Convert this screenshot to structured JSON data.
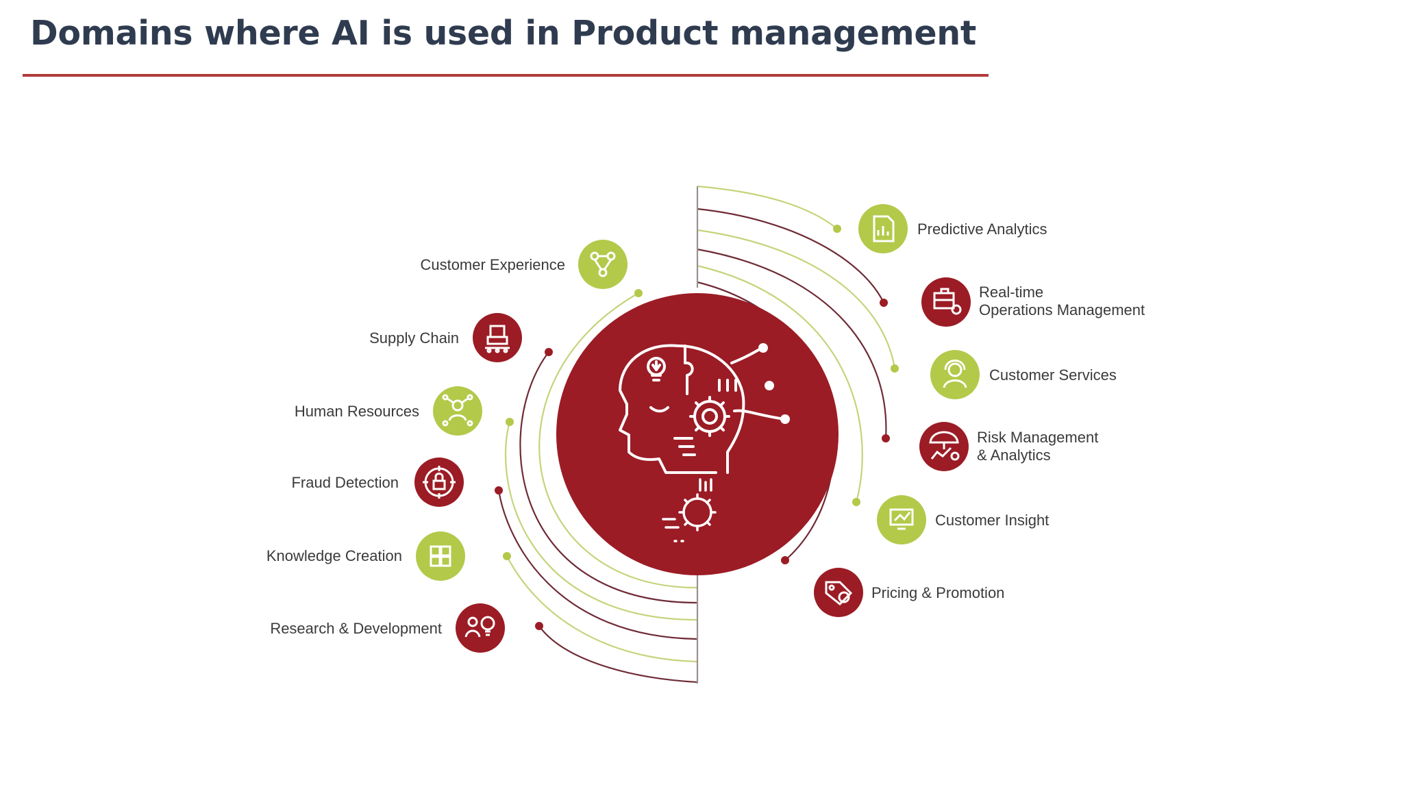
{
  "title": "Domains where AI is used in Product management",
  "colors": {
    "maroon": "#9b1c25",
    "green": "#b3c94a",
    "accent_rule": "#b03a3a",
    "title": "#2f3b4f"
  },
  "left_domains": [
    {
      "label": "Customer Experience",
      "icon": "workflow-icon",
      "color": "green"
    },
    {
      "label": "Supply Chain",
      "icon": "boxes-conveyor-icon",
      "color": "maroon"
    },
    {
      "label": "Human Resources",
      "icon": "network-person-icon",
      "color": "green"
    },
    {
      "label": "Fraud Detection",
      "icon": "lock-target-icon",
      "color": "maroon"
    },
    {
      "label": "Knowledge Creation",
      "icon": "puzzle-icon",
      "color": "green"
    },
    {
      "label": "Research & Development",
      "icon": "person-lightbulb-icon",
      "color": "maroon"
    }
  ],
  "right_domains": [
    {
      "label": "Predictive Analytics",
      "icon": "document-chart-icon",
      "color": "green"
    },
    {
      "label_lines": [
        "Real-time",
        "Operations Management"
      ],
      "icon": "briefcase-gear-icon",
      "color": "maroon"
    },
    {
      "label": "Customer Services",
      "icon": "headset-person-icon",
      "color": "green"
    },
    {
      "label_lines": [
        "Risk Management",
        "& Analytics"
      ],
      "icon": "umbrella-chart-icon",
      "color": "maroon"
    },
    {
      "label": "Customer Insight",
      "icon": "analytics-screen-icon",
      "color": "green"
    },
    {
      "label": "Pricing & Promotion",
      "icon": "price-tag-icon",
      "color": "maroon"
    }
  ],
  "center": {
    "icon": "ai-head-gears-icon"
  }
}
